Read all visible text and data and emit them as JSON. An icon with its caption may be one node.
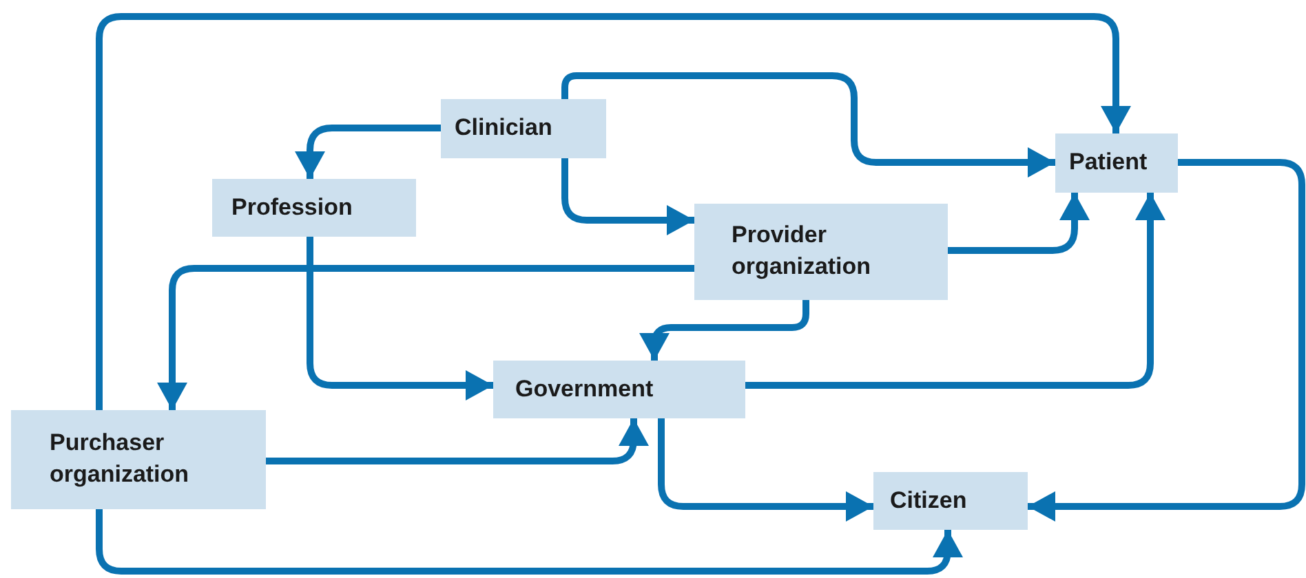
{
  "diagram": {
    "nodes": [
      {
        "text": [
          "Clinician"
        ]
      },
      {
        "text": [
          "Patient"
        ]
      },
      {
        "text": [
          "Profession"
        ]
      },
      {
        "text": [
          "Provider organization"
        ]
      },
      {
        "text": [
          "Government"
        ]
      },
      {
        "text": [
          "Purchaser organization"
        ]
      },
      {
        "text": [
          "Citizen"
        ]
      }
    ],
    "edges": [
      {
        "from": 5,
        "to": 1,
        "arrow": "to"
      },
      {
        "from": 5,
        "to": 6,
        "arrow": "to"
      },
      {
        "from": 0,
        "to": 2,
        "arrow": "to"
      },
      {
        "from": 0,
        "to": 1,
        "arrow": "to"
      },
      {
        "from": 0,
        "to": 3,
        "arrow": "to"
      },
      {
        "from": 2,
        "to": 4,
        "arrow": "to"
      },
      {
        "from": 3,
        "to": 1,
        "arrow": "to"
      },
      {
        "from": 3,
        "to": 5,
        "arrow": "to"
      },
      {
        "from": 3,
        "to": 4,
        "arrow": "to"
      },
      {
        "from": 4,
        "to": 1,
        "arrow": "to"
      },
      {
        "from": 5,
        "to": 4,
        "arrow": "to"
      },
      {
        "from": 4,
        "to": 6,
        "arrow": "to"
      },
      {
        "from": 1,
        "to": 6,
        "arrow": "to"
      }
    ]
  }
}
